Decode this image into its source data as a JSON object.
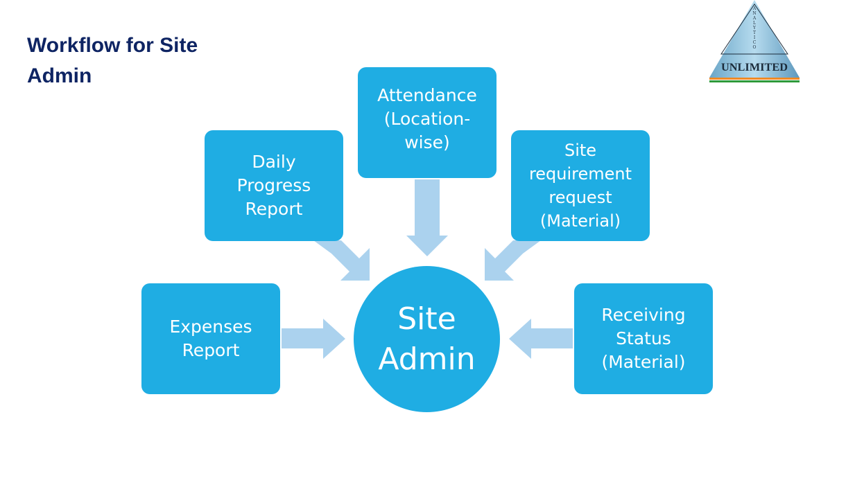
{
  "page": {
    "title": "Workflow for Site Admin"
  },
  "logo": {
    "vertical_text": "ANALYTICO",
    "main_text": "UNLIMITED"
  },
  "diagram": {
    "center": {
      "line1": "Site",
      "line2": "Admin"
    },
    "nodes": [
      {
        "id": "expenses-report",
        "lines": [
          "Expenses",
          "Report"
        ]
      },
      {
        "id": "daily-progress-report",
        "lines": [
          "Daily",
          "Progress",
          "Report"
        ]
      },
      {
        "id": "attendance",
        "lines": [
          "Attendance",
          "(Location-",
          "wise)"
        ]
      },
      {
        "id": "site-requirement-request",
        "lines": [
          "Site",
          "requirement",
          "request",
          "(Material)"
        ]
      },
      {
        "id": "receiving-status",
        "lines": [
          "Receiving",
          "Status",
          "(Material)"
        ]
      }
    ],
    "colors": {
      "node": "#1fade3",
      "arrow": "#abd2ee",
      "title": "#0e2463"
    }
  }
}
